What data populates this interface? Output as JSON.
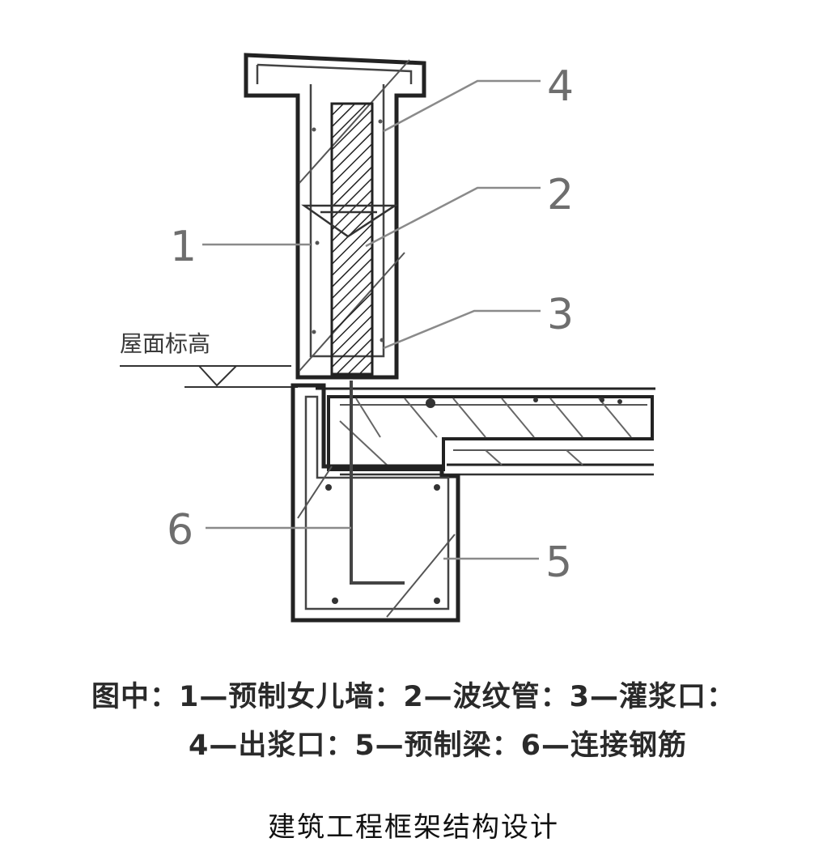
{
  "diagram": {
    "callouts": [
      "1",
      "2",
      "3",
      "4",
      "5",
      "6"
    ],
    "elevation_label": "屋面标高"
  },
  "legend": {
    "line1": "图中：1—预制女儿墙：2—波纹管：3—灌浆口：",
    "line2": "4—出浆口：5—预制梁：6—连接钢筋"
  },
  "caption": "建筑工程框架结构设计"
}
